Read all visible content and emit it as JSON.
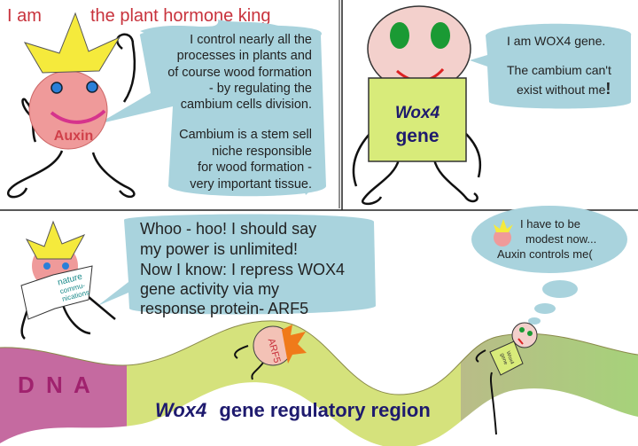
{
  "panel1": {
    "title_part1": "I am",
    "title_part2": "the plant hormone king",
    "character_label": "Auxin",
    "speech": [
      "I control  nearly all the",
      "processes in  plants and",
      "of course wood  formation",
      "- by regulating the",
      "cambium  cells division.",
      "",
      "Cambium is a stem sell",
      "niche responsible",
      "for wood formation -",
      "very important tissue."
    ]
  },
  "panel2": {
    "character_label_italic": "Wox4",
    "character_label": "gene",
    "speech_line1": "I am  WOX4 gene.",
    "speech_line2": "The cambium can't",
    "speech_line3": "exist without me",
    "speech_exclaim": "!"
  },
  "panel3": {
    "journal_line1": "nature",
    "journal_line2": "commu-",
    "journal_line3": "nications",
    "speech": [
      "Whoo - hoo! I should say",
      "my power is unlimited!",
      "Now I know: I repress  WOX4",
      " gene activity via my",
      "response protein- ARF5"
    ],
    "thought": [
      "I have to be",
      "modest now...",
      "Auxin controls me("
    ],
    "dna_label": "D N A",
    "region_label_italic": "Wox4",
    "region_label": "gene regulatory region",
    "arf5_label": "ARF5",
    "small_wox4_line1": "Wox4",
    "small_wox4_line2": "gene"
  },
  "colors": {
    "title_red": "#c8323c",
    "bubble": "#a9d3dd",
    "crown": "#f5ea3c",
    "auxin_face": "#ef9a9a",
    "wox4_body": "#d8eb7a",
    "dna_pink": "#c56aa0",
    "ribbon_green": "#d5e27c",
    "navy_text": "#1e1a6e"
  }
}
